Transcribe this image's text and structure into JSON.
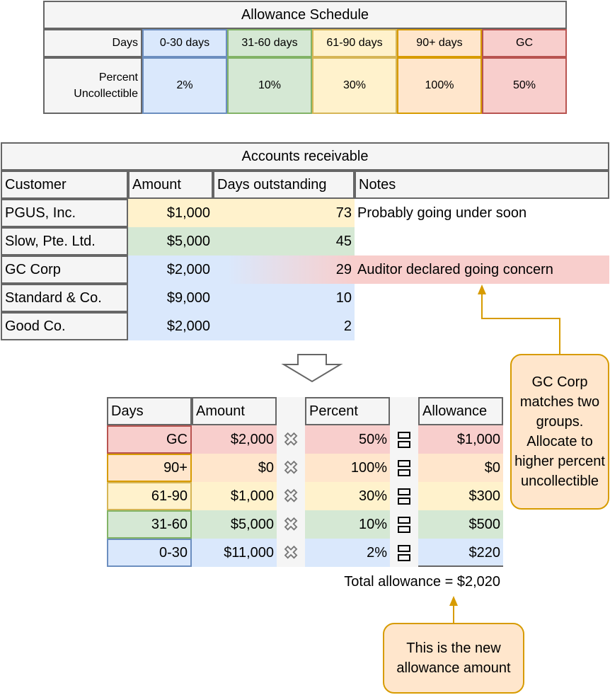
{
  "colors": {
    "blue": [
      "#dae8fc",
      "#6c8ebf"
    ],
    "green": [
      "#d5e8d4",
      "#82b366"
    ],
    "yellow": [
      "#fff2cc",
      "#d6b656"
    ],
    "orange": [
      "#ffe6cc",
      "#d79b00"
    ],
    "red": [
      "#f8cecc",
      "#b85450"
    ],
    "gray": [
      "#f5f5f5",
      "#666666"
    ]
  },
  "schedule": {
    "title": "Allowance Schedule",
    "days_label": "Days",
    "percent_label": "Percent Uncollectible",
    "groups": [
      {
        "days": "0-30 days",
        "percent": "2%",
        "color": "blue"
      },
      {
        "days": "31-60 days",
        "percent": "10%",
        "color": "green"
      },
      {
        "days": "61-90 days",
        "percent": "30%",
        "color": "yellow"
      },
      {
        "days": "90+ days",
        "percent": "100%",
        "color": "orange"
      },
      {
        "days": "GC",
        "percent": "50%",
        "color": "red"
      }
    ]
  },
  "ar": {
    "title": "Accounts receivable",
    "headers": [
      "Customer",
      "Amount",
      "Days outstanding",
      "Notes"
    ],
    "rows": [
      {
        "customer": "PGUS, Inc.",
        "amount": "$1,000",
        "days": "73",
        "notes": "Probably going under soon",
        "color": "yellow"
      },
      {
        "customer": "Slow, Pte. Ltd.",
        "amount": "$5,000",
        "days": "45",
        "notes": "",
        "color": "green"
      },
      {
        "customer": "GC Corp",
        "amount": "$2,000",
        "days": "29",
        "notes": "Auditor declared going concern",
        "color": "blue",
        "notes_color": "red"
      },
      {
        "customer": "Standard & Co.",
        "amount": "$9,000",
        "days": "10",
        "notes": "",
        "color": "blue"
      },
      {
        "customer": "Good Co.",
        "amount": "$2,000",
        "days": "2",
        "notes": "",
        "color": "blue"
      }
    ]
  },
  "calc": {
    "headers": [
      "Days",
      "Amount",
      "Percent",
      "Allowance"
    ],
    "times_icon": "times-icon",
    "equals_icon": "equals-icon",
    "rows": [
      {
        "days": "GC",
        "amount": "$2,000",
        "percent": "50%",
        "allowance": "$1,000",
        "color": "red"
      },
      {
        "days": "90+",
        "amount": "$0",
        "percent": "100%",
        "allowance": "$0",
        "color": "orange"
      },
      {
        "days": "61-90",
        "amount": "$1,000",
        "percent": "30%",
        "allowance": "$300",
        "color": "yellow"
      },
      {
        "days": "31-60",
        "amount": "$5,000",
        "percent": "10%",
        "allowance": "$500",
        "color": "green"
      },
      {
        "days": "0-30",
        "amount": "$11,000",
        "percent": "2%",
        "allowance": "$220",
        "color": "blue"
      }
    ],
    "total": "Total allowance = $2,020"
  },
  "callouts": {
    "gc": "GC Corp matches two groups. Allocate to higher percent uncollectible",
    "new": "This is the new allowance amount"
  }
}
